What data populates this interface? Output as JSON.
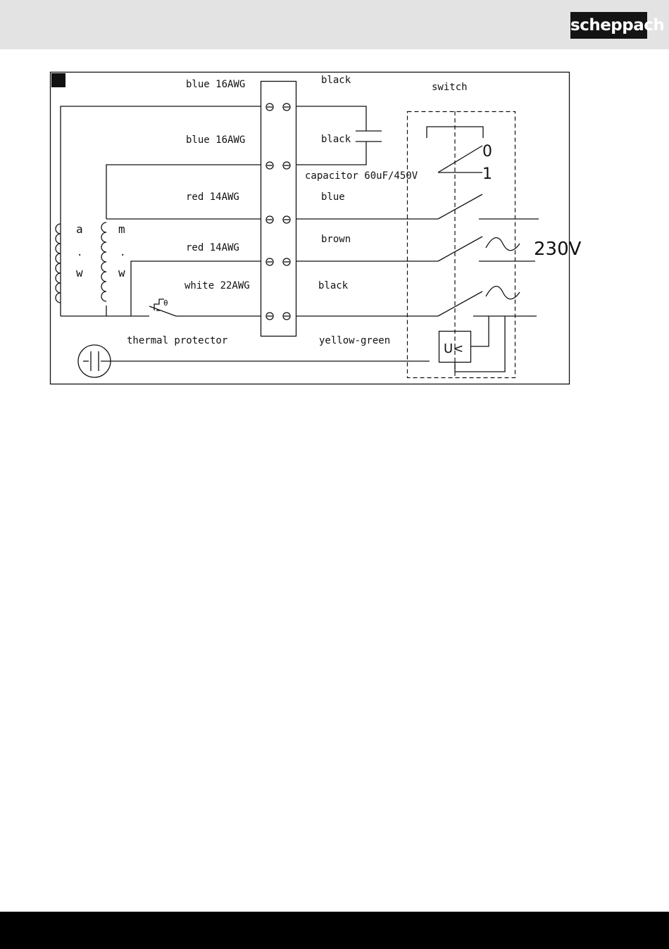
{
  "brand": {
    "name": "scheppach"
  },
  "colors": {
    "header_bg": "#e3e3e3",
    "footer_bg": "#000000",
    "line": "#111111"
  },
  "wires_left": {
    "w1": "blue 16AWG",
    "w2": "blue 16AWG",
    "w3": "red 14AWG",
    "w4": "red 14AWG",
    "w5": "white 22AWG"
  },
  "wires_right": {
    "w1": "black",
    "w2": "black",
    "w3": "blue",
    "w4": "brown",
    "w5": "black"
  },
  "capacitor": "capacitor 60uF/450V",
  "switch": {
    "label": "switch",
    "off": "0",
    "on": "1"
  },
  "voltage": "230V",
  "thermal_protector": "thermal protector",
  "thermal_symbol": "θ",
  "ground_wire": "yellow-green",
  "undervoltage": "U<",
  "windings": {
    "aux_letter_1": "a",
    "aux_letter_2": ".",
    "aux_letter_3": "w",
    "main_letter_1": "m",
    "main_letter_2": ".",
    "main_letter_3": "w"
  }
}
